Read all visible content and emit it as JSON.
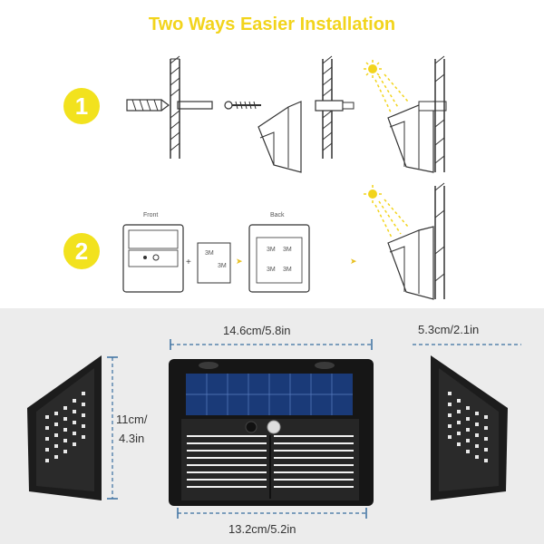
{
  "title": "Two Ways Easier Installation",
  "steps": [
    "1",
    "2"
  ],
  "labels": {
    "front": "Front",
    "back": "Back",
    "tape": "3M"
  },
  "symbols": {
    "plus": "+",
    "arrow": "➤"
  },
  "dimensions": {
    "width_top": "14.6cm/5.8in",
    "width_bottom": "13.2cm/5.2in",
    "height_line1": "11cm/",
    "height_line2": "4.3in",
    "depth": "5.3cm/2.1in"
  },
  "colors": {
    "accent": "#f2e21e",
    "dimension_line": "#3a6fa0"
  },
  "icons": [
    "wall-anchor-icon",
    "screw-icon",
    "sun-icon",
    "solar-light-icon"
  ]
}
